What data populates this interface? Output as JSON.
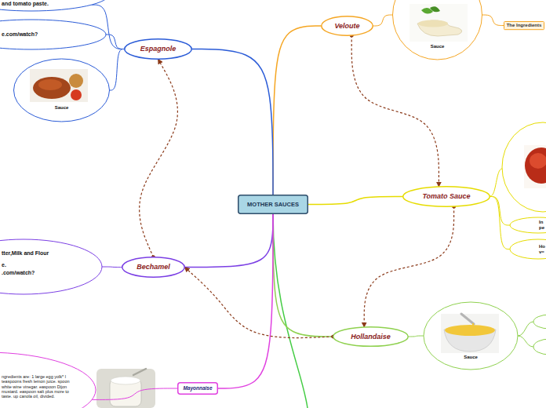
{
  "diagram": {
    "nodes": [
      {
        "text": [
          "MOTHER SAUCES"
        ]
      },
      {
        "text": [
          "Veloute"
        ]
      },
      {
        "text": [
          "Sauce"
        ]
      },
      {
        "text": [
          "The Ingredients"
        ]
      },
      {
        "text": [
          "Tomato Sauce"
        ]
      },
      {
        "text": [
          "In",
          "pe"
        ]
      },
      {
        "text": [
          "Ho",
          "v="
        ]
      },
      {
        "text": [
          "Hollandaise"
        ]
      },
      {
        "text": [
          "Sauce"
        ]
      },
      {
        "text": [
          "Espagnole"
        ]
      },
      {
        "text": [
          "and tomato paste."
        ]
      },
      {
        "text": [
          "e.com/watch?"
        ]
      },
      {
        "text": [
          "Sauce"
        ]
      },
      {
        "text": [
          "Bechamel"
        ]
      },
      {
        "text": [
          "tter,Milk and Flour",
          "e.",
          ".com/watch?"
        ]
      },
      {
        "text": [
          "Mayonnaise"
        ]
      },
      {
        "text": [
          "ngredients are: 1 large egg yolk* l teaspoons fresh lemon juice. spoon white wine vinegar. easpoon Dijon mustard. easpoon salt plus more to taste. up canola oil, divided."
        ]
      }
    ],
    "edges": [
      {
        "from": 0,
        "to": 1,
        "arrow": "none"
      },
      {
        "from": 0,
        "to": 4,
        "arrow": "none"
      },
      {
        "from": 0,
        "to": 7,
        "arrow": "none"
      },
      {
        "from": 0,
        "to": 9,
        "arrow": "none"
      },
      {
        "from": 0,
        "to": 13,
        "arrow": "none"
      },
      {
        "from": 0,
        "to": 15,
        "arrow": "none"
      },
      {
        "from": 1,
        "to": 2,
        "arrow": "none"
      },
      {
        "from": 2,
        "to": 3,
        "arrow": "none"
      },
      {
        "from": 4,
        "to": 5,
        "arrow": "none"
      },
      {
        "from": 4,
        "to": 6,
        "arrow": "none"
      },
      {
        "from": 7,
        "to": 8,
        "arrow": "none"
      },
      {
        "from": 9,
        "to": 10,
        "arrow": "none"
      },
      {
        "from": 9,
        "to": 11,
        "arrow": "none"
      },
      {
        "from": 9,
        "to": 12,
        "arrow": "none"
      },
      {
        "from": 13,
        "to": 14,
        "arrow": "none"
      },
      {
        "from": 15,
        "to": 16,
        "arrow": "none"
      },
      {
        "from": 1,
        "to": 4,
        "arrow": "to"
      },
      {
        "from": 4,
        "to": 7,
        "arrow": "to"
      },
      {
        "from": 13,
        "to": 9,
        "arrow": "to"
      },
      {
        "from": 7,
        "to": 13,
        "arrow": "to"
      }
    ]
  }
}
